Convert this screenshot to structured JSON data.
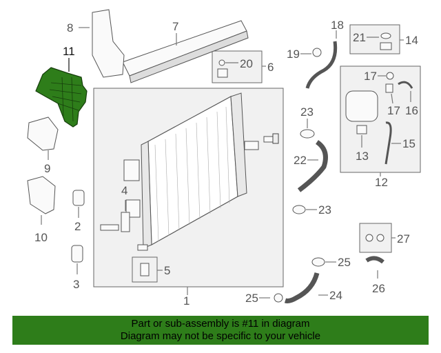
{
  "diagram": {
    "callouts": [
      "1",
      "2",
      "3",
      "4",
      "5",
      "6",
      "7",
      "8",
      "9",
      "10",
      "11",
      "12",
      "13",
      "14",
      "15",
      "16",
      "17",
      "17",
      "18",
      "19",
      "20",
      "21",
      "22",
      "23",
      "23",
      "24",
      "25",
      "25",
      "26",
      "27"
    ],
    "highlight_part": "11",
    "colors": {
      "highlight": "#2e7d1a",
      "box_fill": "#f1f1f1",
      "line": "#777777"
    }
  },
  "banner": {
    "line1": "Part or sub-assembly is #11 in diagram",
    "line2": "Diagram may not be specific to your vehicle"
  }
}
